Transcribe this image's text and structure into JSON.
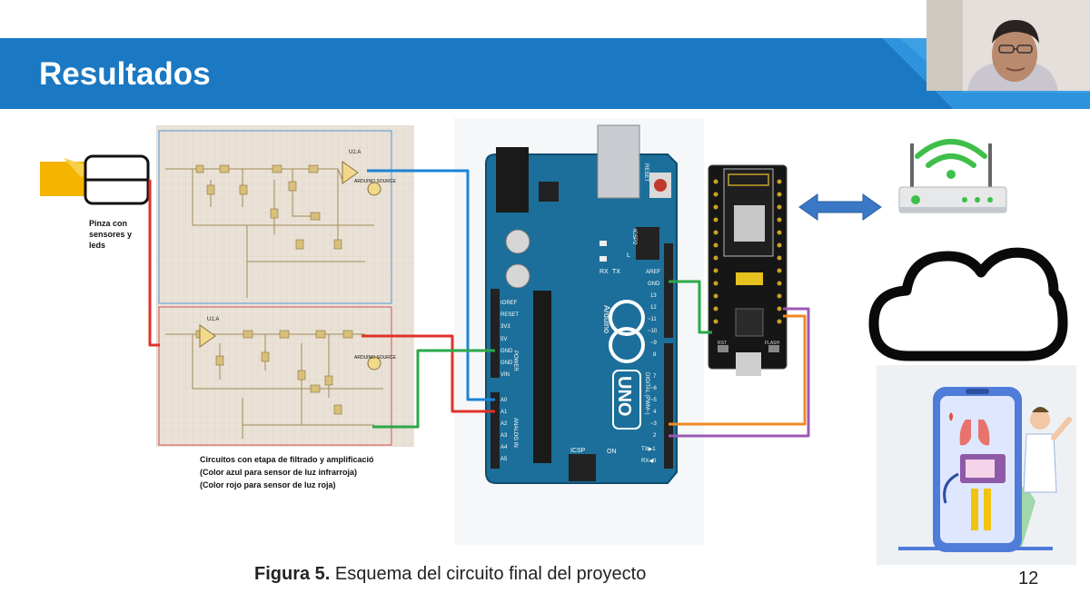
{
  "header": {
    "title": "Resultados"
  },
  "diagram": {
    "sensor_label": "Pinza con sensores y leds",
    "circuit_note": [
      "Circuitos con etapa de filtrado y amplificació",
      "(Color azul para sensor de luz infrarroja)",
      "(Color rojo para sensor de luz roja)"
    ],
    "schematic_labels": {
      "top_opamp": "U1:A",
      "bottom_opamp": "U1:A",
      "source_top": "ARDUINO SOURCE",
      "source_bottom": "ARDUINO SOURCE"
    },
    "arduino": {
      "model": "UNO",
      "brand": "Arduino",
      "reset_label": "RESET",
      "icsp_label": "ICSP",
      "icsp2_label": "ICSP2",
      "tx_label": "TX",
      "rx_label": "RX",
      "l_label": "L",
      "on_label": "ON",
      "power_label": "POWER",
      "analog_label": "ANALOG IN",
      "digital_label": "DIGITAL (PWM~)",
      "power_pins": [
        "IOREF",
        "RESET",
        "3V3",
        "5V",
        "GND",
        "GND",
        "VIN"
      ],
      "analog_pins": [
        "A0",
        "A1",
        "A2",
        "A3",
        "A4",
        "A5"
      ],
      "digital_pins_top": [
        "AREF",
        "GND",
        "13",
        "12",
        "~11",
        "~10",
        "~9",
        "8"
      ],
      "digital_pins_bottom": [
        "7",
        "~6",
        "~5",
        "4",
        "~3",
        "2",
        "TX▶1",
        "RX◀0"
      ]
    },
    "esp_module": {
      "rst_label": "RST",
      "flash_label": "FLASH"
    },
    "colors": {
      "banner": "#1b78c2",
      "wire_blue": "#1c84d6",
      "wire_red": "#e0312a",
      "wire_green": "#2ba84a",
      "wire_orange": "#f08a24",
      "wire_purple": "#9b59b6",
      "board": "#1b6f9a",
      "wifi": "#3fbf4a"
    }
  },
  "caption": {
    "label": "Figura 5.",
    "text": " Esquema del circuito final del proyecto"
  },
  "page_number": "12"
}
